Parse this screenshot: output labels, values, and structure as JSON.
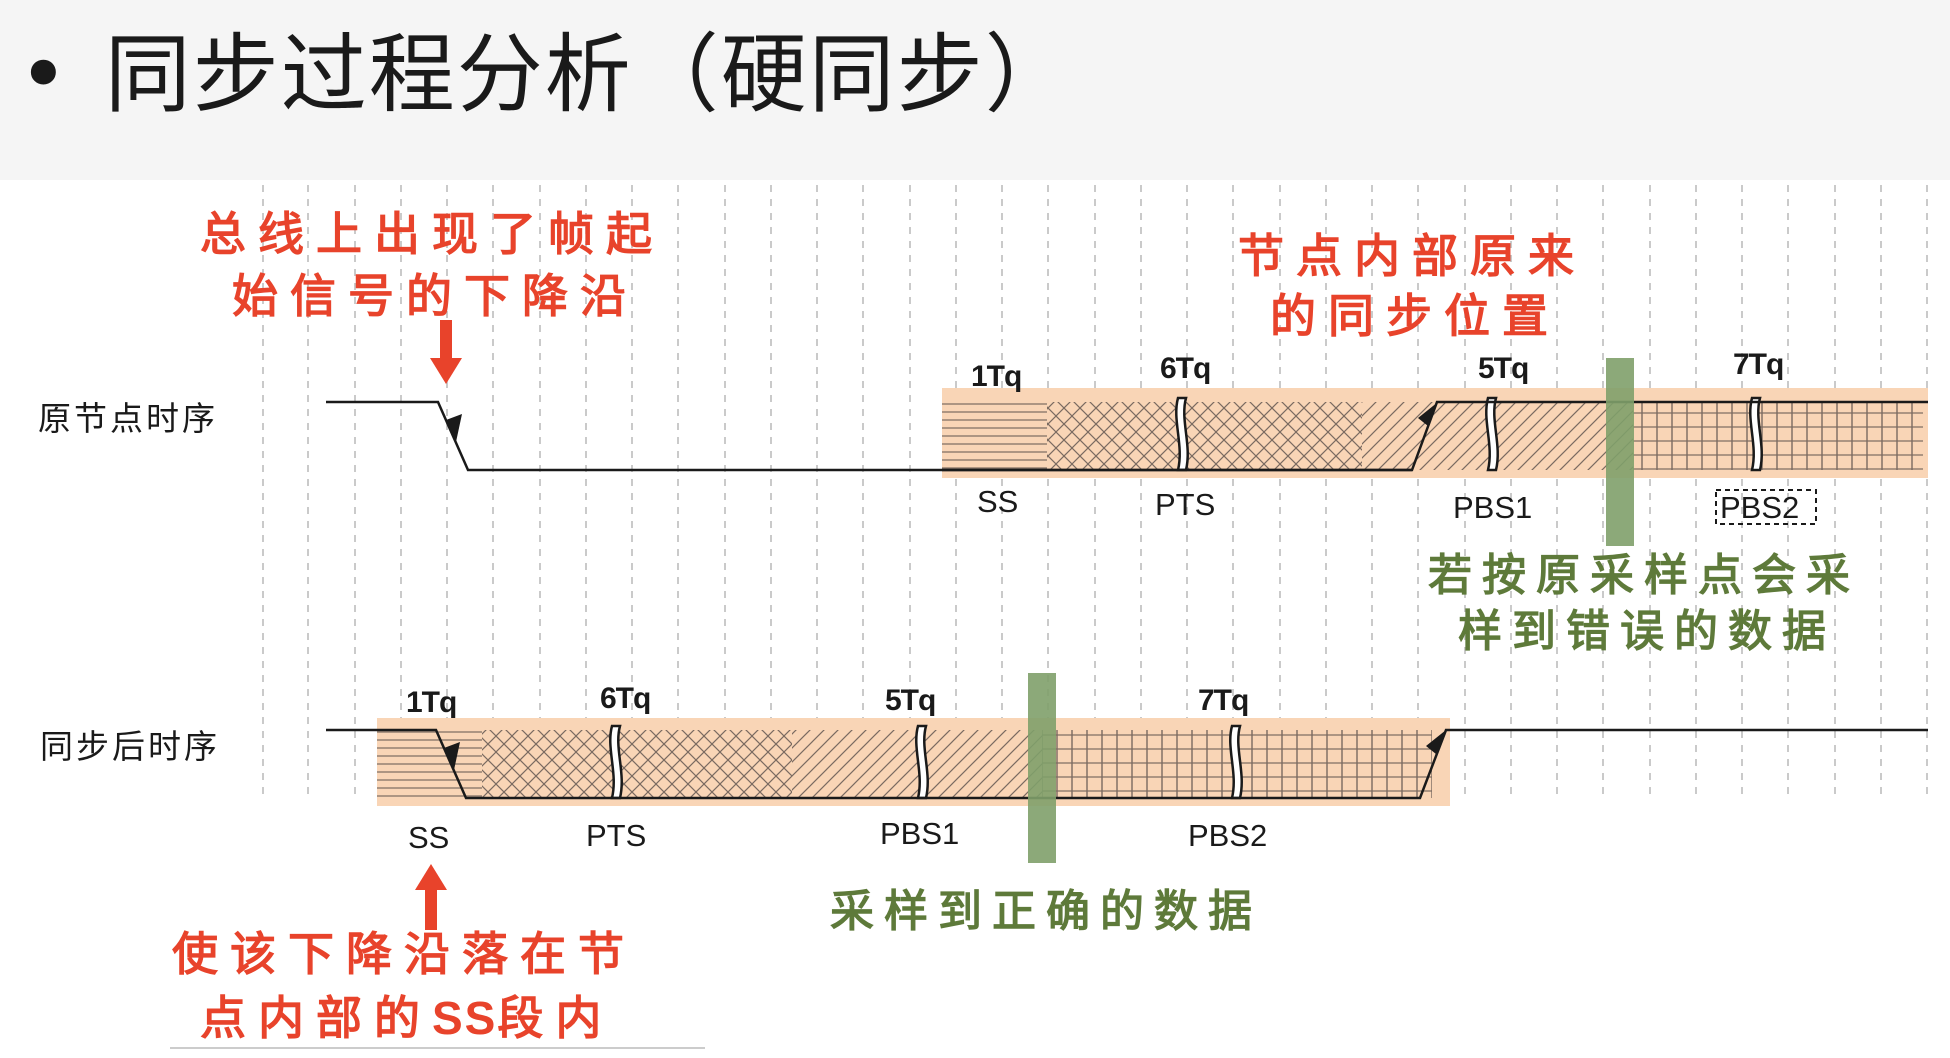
{
  "title": {
    "bullet": "•",
    "text": "同步过程分析（硬同步）"
  },
  "annotations": {
    "falling_edge_line1": "总线上出现了帧起",
    "falling_edge_line2": "始信号的下降沿",
    "orig_sync_line1": "节点内部原来",
    "orig_sync_line2": "的同步位置",
    "wrong_sample_line1": "若按原采样点会采",
    "wrong_sample_line2": "样到错误的数据",
    "correct_sample": "采样到正确的数据",
    "move_edge_line1": "使该下降沿落在节",
    "move_edge_line2_a": "点内部的",
    "move_edge_line2_b": "SS",
    "move_edge_line2_c": "段内"
  },
  "rows": {
    "original": {
      "label": "原节点时序",
      "segments": [
        {
          "name": "SS",
          "tq": "1Tq"
        },
        {
          "name": "PTS",
          "tq": "6Tq"
        },
        {
          "name": "PBS1",
          "tq": "5Tq"
        },
        {
          "name": "PBS2",
          "tq": "7Tq"
        }
      ]
    },
    "synced": {
      "label": "同步后时序",
      "segments": [
        {
          "name": "SS",
          "tq": "1Tq"
        },
        {
          "name": "PTS",
          "tq": "6Tq"
        },
        {
          "name": "PBS1",
          "tq": "5Tq"
        },
        {
          "name": "PBS2",
          "tq": "7Tq"
        }
      ]
    }
  },
  "colors": {
    "segment_fill": "#f9d5b6",
    "annotation_red": "#e8432b",
    "annotation_green": "#5e7a3a",
    "sample_bar": "#7fa06a",
    "hatch": "#7a6a60"
  }
}
